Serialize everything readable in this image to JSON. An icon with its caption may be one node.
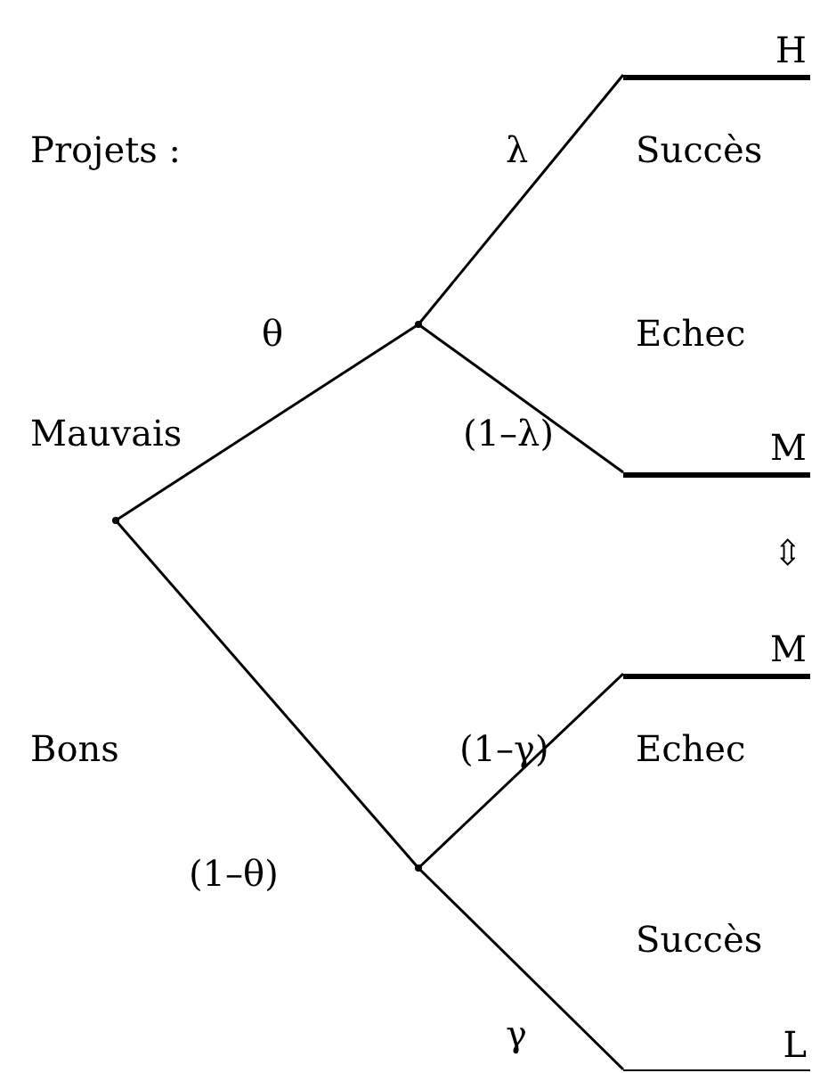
{
  "diagram": {
    "nodes": [
      {
        "text": [],
        "shape": "dot"
      },
      {
        "text": [],
        "shape": "dot"
      },
      {
        "text": [
          "H"
        ],
        "beside": [
          "Succès"
        ]
      },
      {
        "text": [
          "M"
        ],
        "beside": [
          "Echec"
        ]
      },
      {
        "text": [],
        "shape": "dot"
      },
      {
        "text": [
          "M"
        ],
        "beside": [
          "Echec"
        ]
      },
      {
        "text": [
          "L"
        ],
        "beside": [
          "Succès"
        ]
      }
    ],
    "edges": [
      {
        "from": 0,
        "to": 1,
        "arrow": "none",
        "label": "θ"
      },
      {
        "from": 1,
        "to": 2,
        "arrow": "none",
        "label": "λ"
      },
      {
        "from": 1,
        "to": 3,
        "arrow": "none",
        "label": "(1–λ)"
      },
      {
        "from": 0,
        "to": 4,
        "arrow": "none",
        "label": "(1–θ)"
      },
      {
        "from": 4,
        "to": 5,
        "arrow": "none",
        "label": "(1–γ)"
      },
      {
        "from": 4,
        "to": 6,
        "arrow": "none",
        "label": "γ"
      }
    ],
    "labels": [
      "Projets :",
      "Mauvais",
      "⇳",
      "Bons"
    ]
  }
}
